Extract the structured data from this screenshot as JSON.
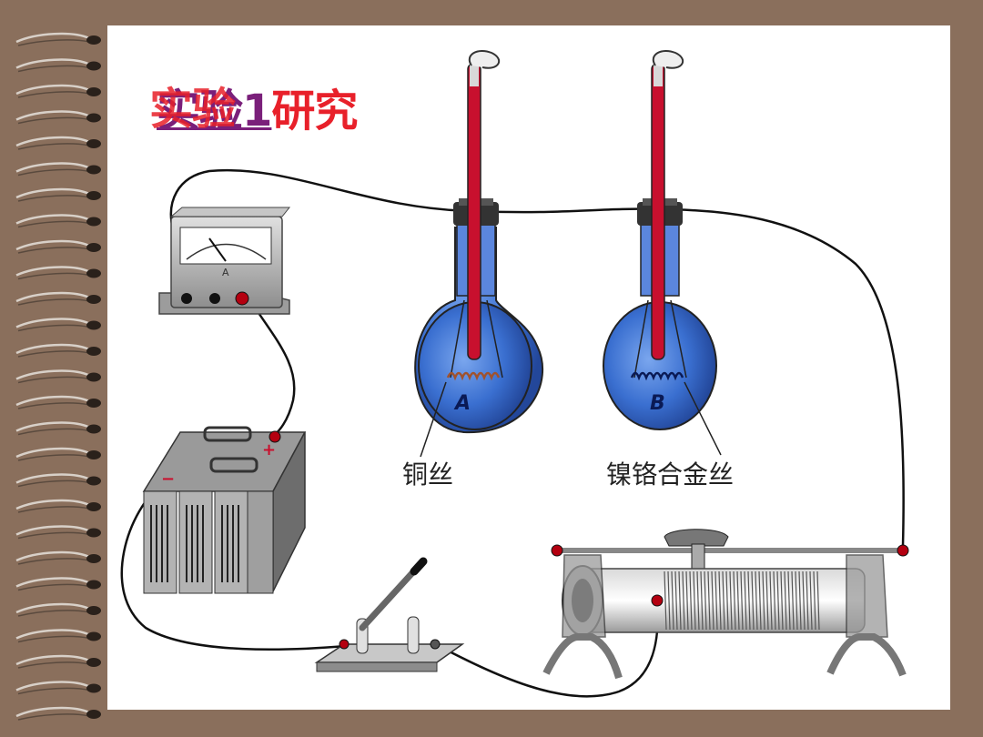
{
  "slide": {
    "title_link": "实验1",
    "title_rest": "研究",
    "title_overlap": "实验"
  },
  "apparatus": {
    "flask_a_letter": "A",
    "flask_b_letter": "B",
    "ammeter_letter": "A",
    "label_copper": "铜丝",
    "label_nichrome": "镍铬合金丝",
    "battery_plus": "+",
    "battery_minus": "−"
  },
  "colors": {
    "background": "#8a6f5c",
    "paper": "#ffffff",
    "title_red": "#e8202a",
    "title_link": "#7a1f7a",
    "liquid_blue": "#3a6fd0",
    "thermometer_red": "#c8102e"
  }
}
